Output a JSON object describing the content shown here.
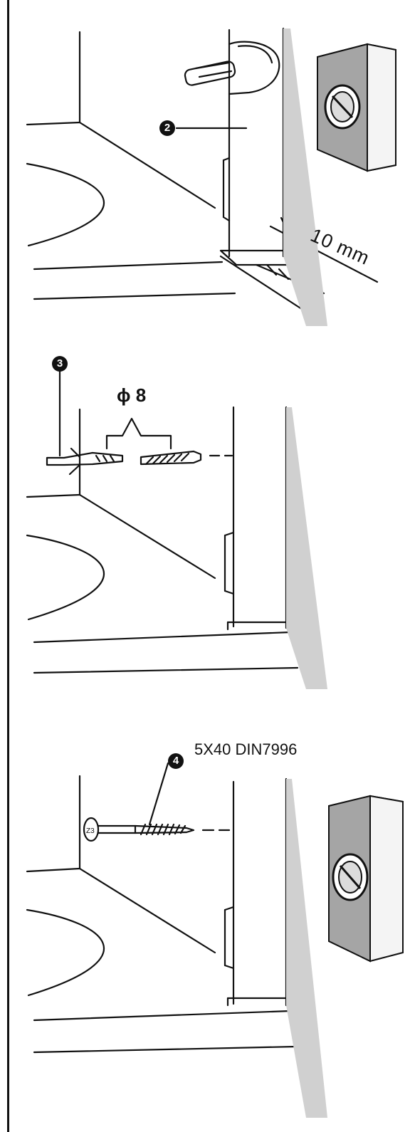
{
  "steps": [
    {
      "badge": "2",
      "dimension": "10 mm"
    },
    {
      "badge": "3",
      "drill_label": "ϕ 8"
    },
    {
      "badge": "4",
      "screw_label": "5X40 DIN7996"
    }
  ],
  "colors": {
    "line": "#111111",
    "shadow": "#cfcfcf",
    "bracket_face": "#9a9a9a"
  },
  "icons": [
    "wall-plug-icon",
    "no-drill-icon",
    "screw-icon"
  ]
}
